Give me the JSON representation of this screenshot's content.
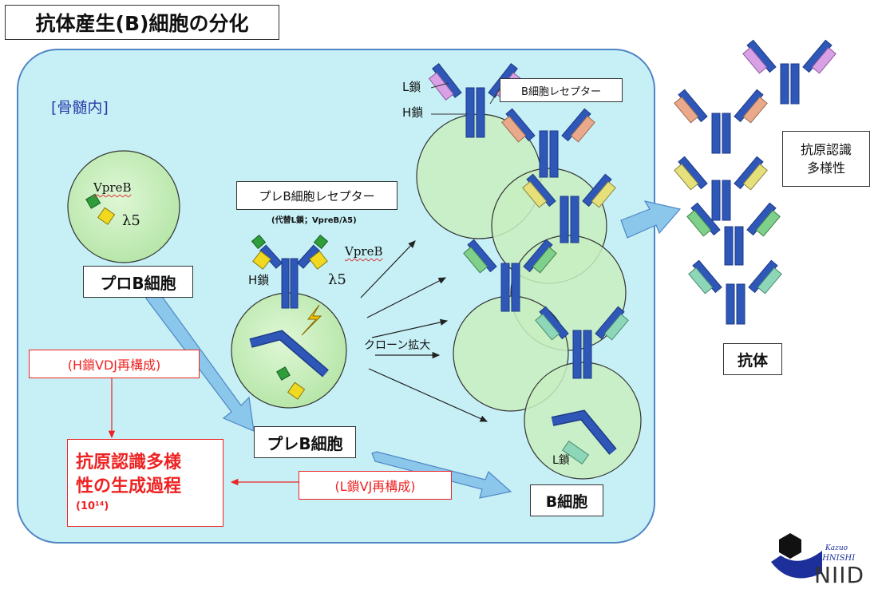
{
  "title": "抗体産生(B)細胞の分化",
  "marrow_label": "[骨髄内]",
  "pro_b": {
    "label": "プロB細胞",
    "vpreb": "VpreB",
    "lambda5": "λ5"
  },
  "pre_b": {
    "receptor_label": "プレB細胞レセプター",
    "receptor_note": "(代替L鎖；VpreB/λ5)",
    "h_chain": "H鎖",
    "lambda5": "λ5",
    "vpreb": "VpreB",
    "label": "プレB細胞"
  },
  "b_cell": {
    "l_chain": "L鎖",
    "h_chain": "H鎖",
    "receptor_label": "B細胞レセプター",
    "l_chain_inner": "L鎖",
    "label": "B細胞"
  },
  "clonal_expansion": "クローン拡大",
  "antibody": {
    "diversity_label_1": "抗原認識",
    "diversity_label_2": "多様性",
    "label": "抗体"
  },
  "red": {
    "vdj_label": "(H鎖VDJ再構成)",
    "vj_label": "(L鎖VJ再構成)",
    "diversity_1": "抗原認識多様",
    "diversity_2": "性の生成過程",
    "diversity_exp": "(10¹⁴)"
  },
  "logo": {
    "script_1": "Kazuo",
    "script_2": "OHNISHI",
    "name": "NIID"
  },
  "colors": {
    "marrow_bg": "#c6f0f6",
    "cell": "#c8efc0",
    "h_chain": "#2f57b8",
    "arrow_fill": "#8ac7ea"
  }
}
